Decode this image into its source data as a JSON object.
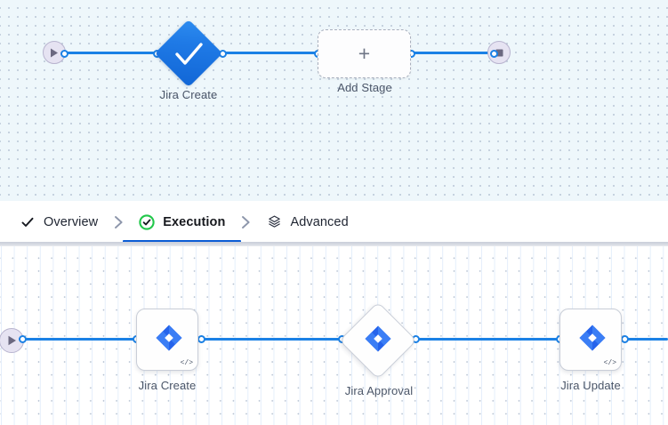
{
  "top_pipeline": {
    "name": "top-pipeline-canvas",
    "start_node": {
      "icon": "play-icon",
      "label": ""
    },
    "stages": [
      {
        "id": "jira-create",
        "label": "Jira Create",
        "icon": "check-icon",
        "shape": "diamond",
        "state": "success"
      },
      {
        "id": "add-stage",
        "label": "Add Stage",
        "icon": "plus-icon",
        "shape": "rounded-dashed-box"
      }
    ],
    "end_node": {
      "icon": "stop-icon",
      "label": ""
    },
    "accent_color": "#1b81e5",
    "background_color": "#eef7fb"
  },
  "tabs": {
    "items": [
      {
        "id": "overview",
        "label": "Overview",
        "icon": "check-icon",
        "active": false
      },
      {
        "id": "execution",
        "label": "Execution",
        "icon": "check-circle-icon",
        "active": true
      },
      {
        "id": "advanced",
        "label": "Advanced",
        "icon": "layers-hexagon-icon",
        "active": false
      }
    ],
    "separator_icon": "chevron-right-icon",
    "active_underline_color": "#0b5cd5",
    "active_icon_color": "#21c74a"
  },
  "bottom_pipeline": {
    "name": "execution-steps-canvas",
    "start_node": {
      "icon": "play-icon",
      "label": ""
    },
    "steps": [
      {
        "id": "jira-create",
        "label": "Jira Create",
        "icon": "jira-icon",
        "shape": "card",
        "badge": "</>"
      },
      {
        "id": "jira-approval",
        "label": "Jira Approval",
        "icon": "jira-icon",
        "shape": "diamond",
        "badge": ""
      },
      {
        "id": "jira-update",
        "label": "Jira Update",
        "icon": "jira-icon",
        "shape": "card",
        "badge": "</>"
      }
    ],
    "accent_color": "#1b81e5",
    "jira_color": "#2563eb",
    "background_color": "#ffffff"
  }
}
